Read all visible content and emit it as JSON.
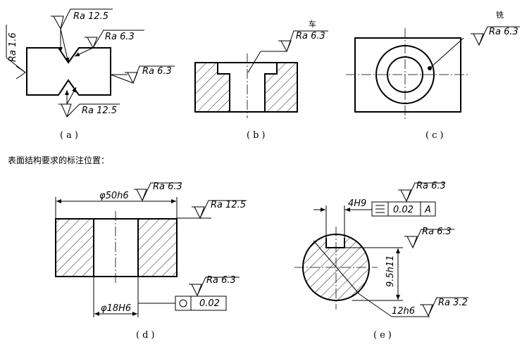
{
  "heading": "表面结构要求的标注位置：",
  "figures": {
    "a": {
      "caption": "(a)",
      "ra_top": "Ra 12.5",
      "ra_upper_right": "Ra 6.3",
      "ra_right": "Ra 6.3",
      "ra_left": "Ra 1.6",
      "ra_bottom": "Ra 12.5"
    },
    "b": {
      "caption": "(b)",
      "ra": "Ra 6.3",
      "process": "车"
    },
    "c": {
      "caption": "(c)",
      "ra": "Ra 6.3",
      "process": "铣"
    },
    "d": {
      "caption": "(d)",
      "dim_top": "φ50h6",
      "ra_top": "Ra 6.3",
      "ra_right": "Ra 12.5",
      "dim_bottom": "φ18H6",
      "ra_bottom": "Ra 6.3",
      "tolerance": "0.02"
    },
    "e": {
      "caption": "(e)",
      "dim_keyway": "4H9",
      "tolerance": "0.02",
      "datum": "A",
      "ra_top": "Ra 6.3",
      "ra_right": "Ra 6.3",
      "dim_depth": "9.5h11",
      "dim_diameter": "12h6",
      "ra_bottom": "Ra 3.2"
    }
  }
}
